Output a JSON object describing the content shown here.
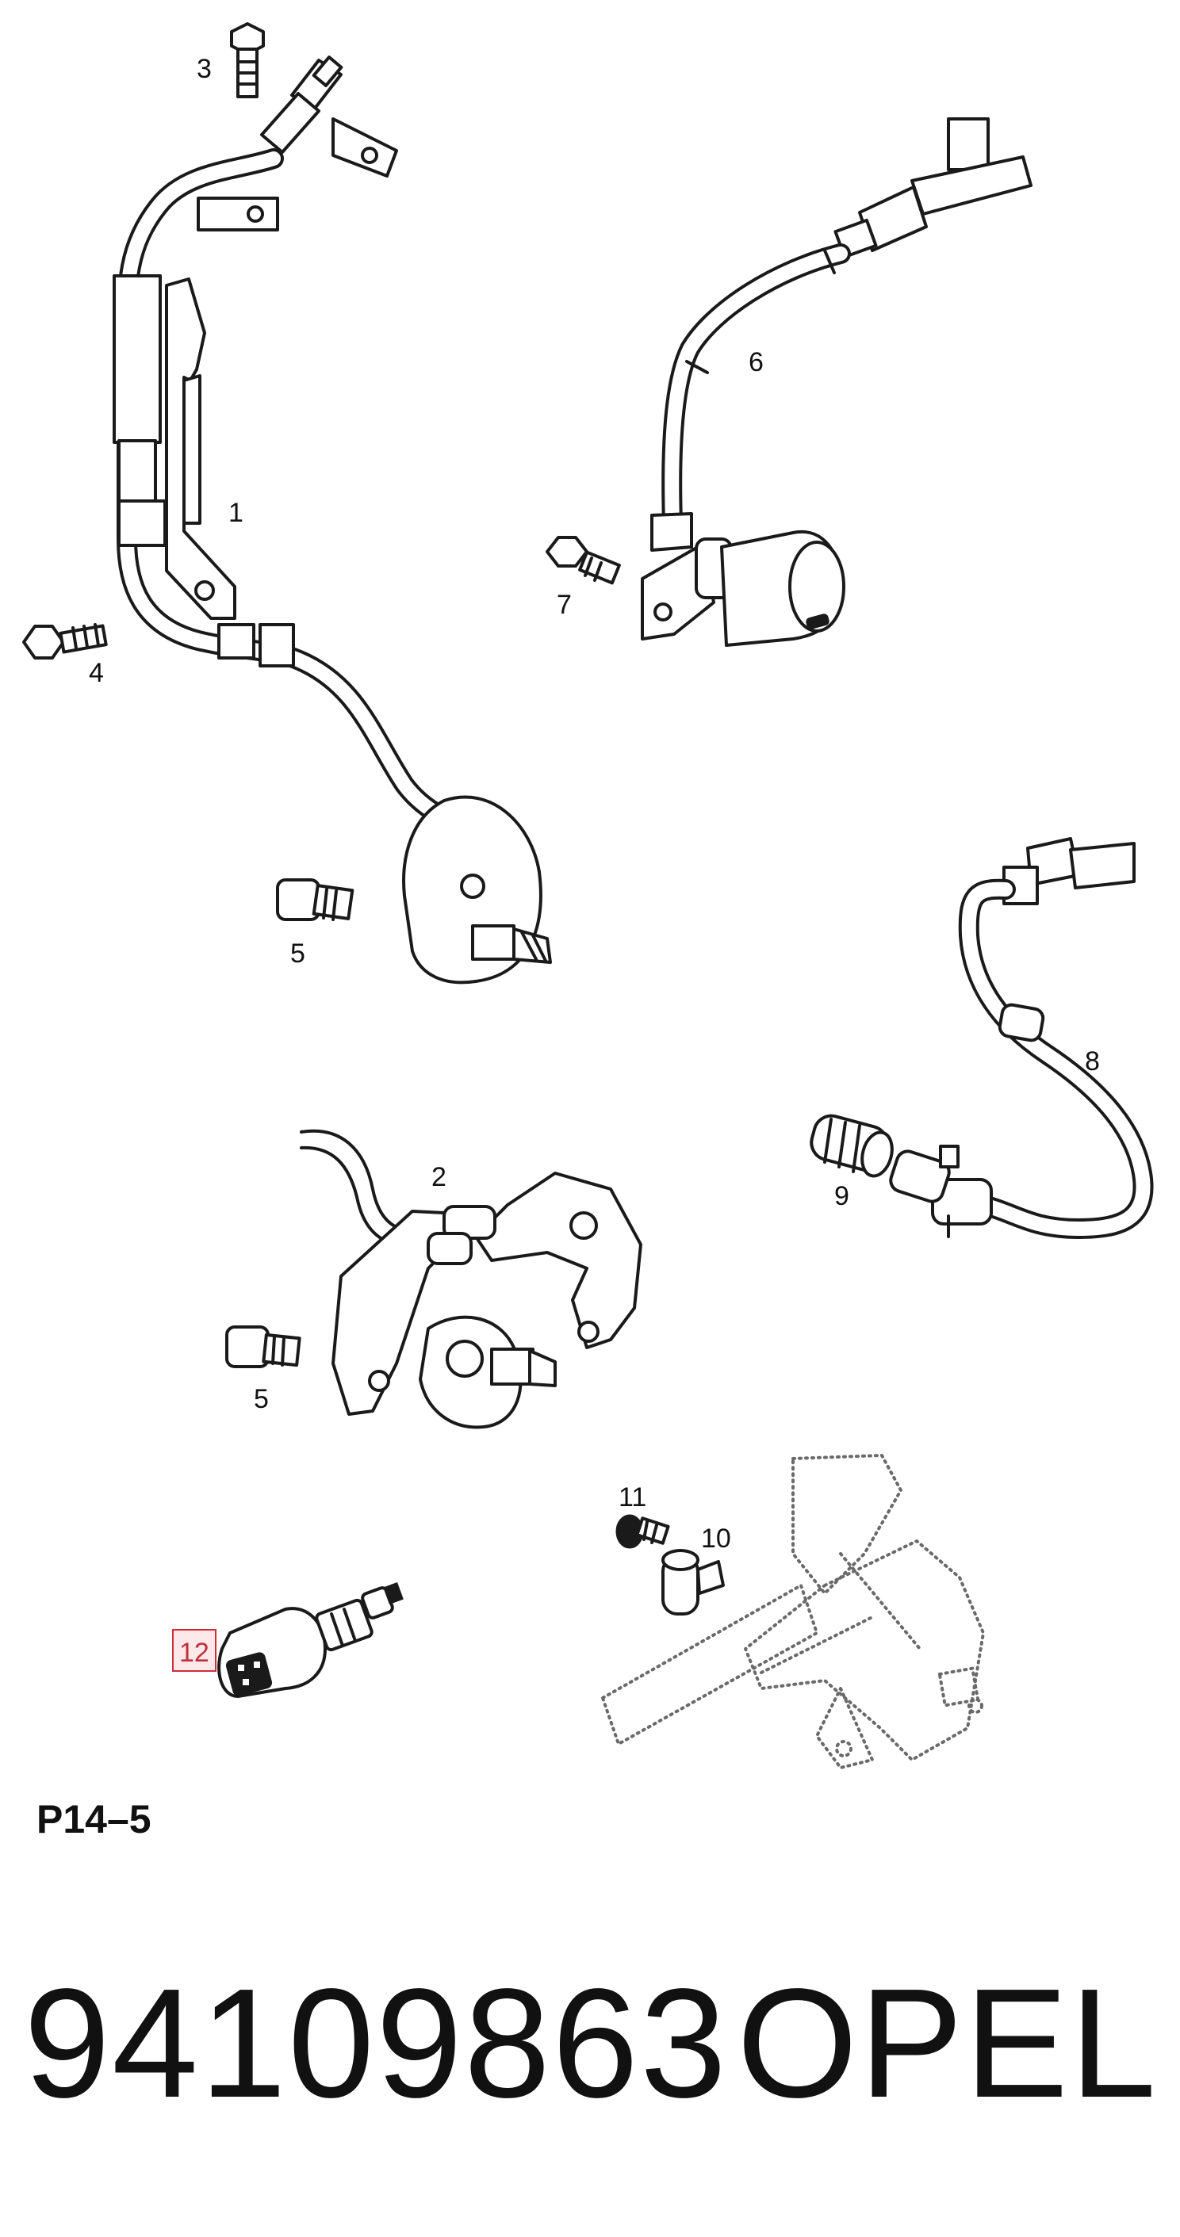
{
  "diagram": {
    "labels": {
      "part_1": "1",
      "part_2": "2",
      "part_3": "3",
      "part_4": "4",
      "part_5_upper": "5",
      "part_5_lower": "5",
      "part_6": "6",
      "part_7": "7",
      "part_8": "8",
      "part_9": "9",
      "part_10": "10",
      "part_11": "11",
      "part_12": "12"
    },
    "highlighted_part": "12",
    "highlight_color": "#d0303c"
  },
  "page_code": "P14–5",
  "caption": {
    "part_number": "94109863",
    "brand": "OPEL"
  }
}
